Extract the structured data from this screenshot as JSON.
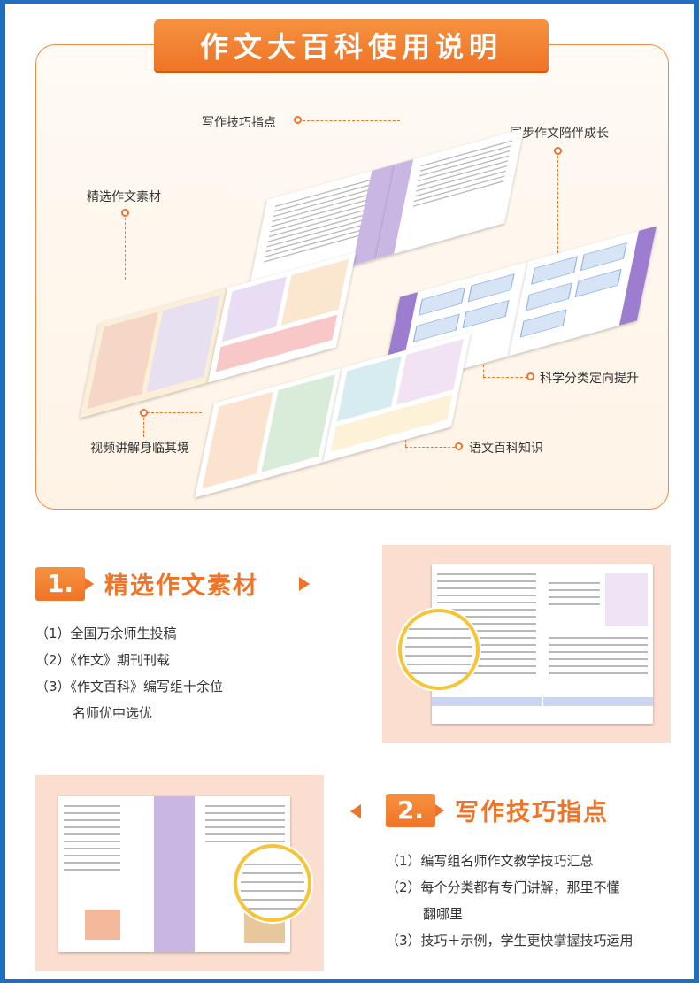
{
  "title": "作文大百科使用说明",
  "callouts": {
    "writing_tips": "写作技巧指点",
    "sync_growth": "同步作文陪伴成长",
    "selected_material": "精选作文素材",
    "scientific_classification": "科学分类定向提升",
    "video_explanation": "视频讲解身临其境",
    "chinese_encyclopedia": "语文百科知识"
  },
  "section1": {
    "number": "1.",
    "title": "精选作文素材",
    "items": [
      "（1）全国万余师生投稿",
      "（2）《作文》期刊刊载",
      "（3）《作文百科》编写组十余位",
      "名师优中选优"
    ]
  },
  "section2": {
    "number": "2.",
    "title": "写作技巧指点",
    "items": [
      "（1）编写组名师作文教学技巧汇总",
      "（2）每个分类都有专门讲解，那里不懂",
      "翻哪里",
      "（3）技巧＋示例，学生更快掌握技巧运用"
    ]
  },
  "colors": {
    "accent": "#ef7427",
    "frame_blue": "#1f6fc0",
    "preview_bg": "#fbded0"
  }
}
